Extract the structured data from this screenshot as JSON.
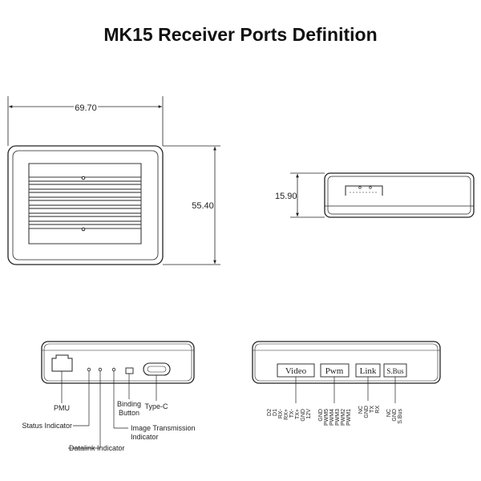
{
  "title": "MK15 Receiver Ports Definition",
  "dimensions": {
    "width": "69.70",
    "height": "55.40",
    "thickness": "15.90"
  },
  "front_labels": {
    "pmu": "PMU",
    "status": "Status Indicator",
    "datalink": "Datalink Indicator",
    "binding": [
      "Binding",
      "Button"
    ],
    "typec": "Type-C",
    "imagetx": [
      "Image Transmission",
      "Indicator"
    ]
  },
  "ports": [
    {
      "label": "Video",
      "pins": [
        "D2",
        "D1",
        "RX-",
        "RX+",
        "TX-",
        "TX+",
        "GND",
        "12V"
      ]
    },
    {
      "label": "Pwm",
      "pins": [
        "GND",
        "PWM5",
        "PWM4",
        "PWM3",
        "PWM2",
        "PWM1"
      ]
    },
    {
      "label": "Link",
      "pins": [
        "NC",
        "GND",
        "TX",
        "RX"
      ]
    },
    {
      "label": "S.Bus",
      "pins": [
        "NC",
        "GND",
        "S.Bus"
      ]
    }
  ],
  "colors": {
    "line": "#222222",
    "background": "#ffffff"
  }
}
